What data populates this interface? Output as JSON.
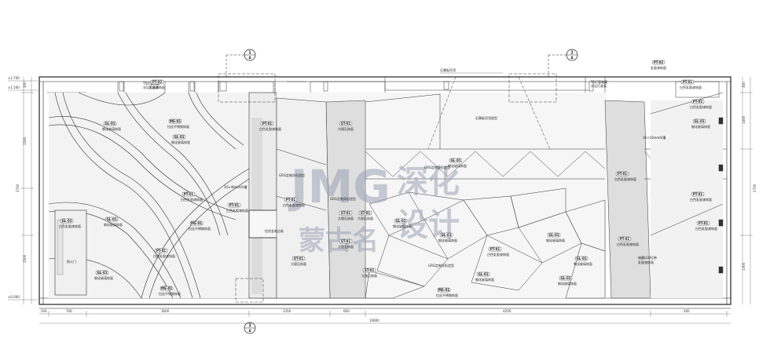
{
  "callouts": [
    {
      "id": "c1",
      "num": "1",
      "sheet": "A"
    },
    {
      "id": "c2",
      "num": "2",
      "sheet": "A"
    },
    {
      "id": "c3",
      "num": "3",
      "sheet": "A"
    }
  ],
  "top_notes": {
    "ceiling_note": "石膏板吊顶",
    "left_note_1": "T5灯管暗藏",
    "left_note_2": "详见灯具表",
    "right_note_1": "T5灯管暗藏",
    "right_note_2": "详见灯具表"
  },
  "tags": {
    "pt01": "PT-01",
    "pt02": "PT-02",
    "gl01": "GL-01",
    "st01": "ST-01",
    "ms01": "MS-01",
    "white_paint": "白色乳胶漆饰面",
    "latex_paint": "乳胶漆饰面",
    "marble": "大理石饰面",
    "glass": "钢化玻璃饰面",
    "steel": "拉丝不锈钢饰面"
  },
  "labels": {
    "custom_shape_1": "GRG定制异形造型",
    "custom_shape_2": "GRG定制异形造型",
    "custom_shape_3": "GRG定制异形造型",
    "ceiling_center": "石膏板吊顶造型",
    "door": "防火门",
    "dim_detail": "10×40mm凹槽",
    "dim_detail_2": "30×10mm凹槽",
    "profile": "铝合金收边条",
    "light_left": "暗藏LED灯带",
    "light_right": "暗藏LED灯带"
  },
  "levels": {
    "top": "±1.700",
    "mid": "±1.500",
    "bottom": "±0.000"
  },
  "dims_bottom": {
    "d1": "200",
    "d2": "700",
    "d3": "3000",
    "d4": "1350",
    "d5": "600",
    "d6": "4200",
    "d7": "200",
    "total": "10800"
  },
  "dims_left": {
    "a": "300",
    "b": "1500",
    "c": "2700",
    "d": "1500"
  },
  "dims_right": {
    "a": "300",
    "b": "1400",
    "c": "2700",
    "d": "1300"
  },
  "watermark": {
    "latin": "JMG",
    "cn_top": "深化",
    "cn_bottom": "设计",
    "cn_bottom2": "蒙古名"
  }
}
